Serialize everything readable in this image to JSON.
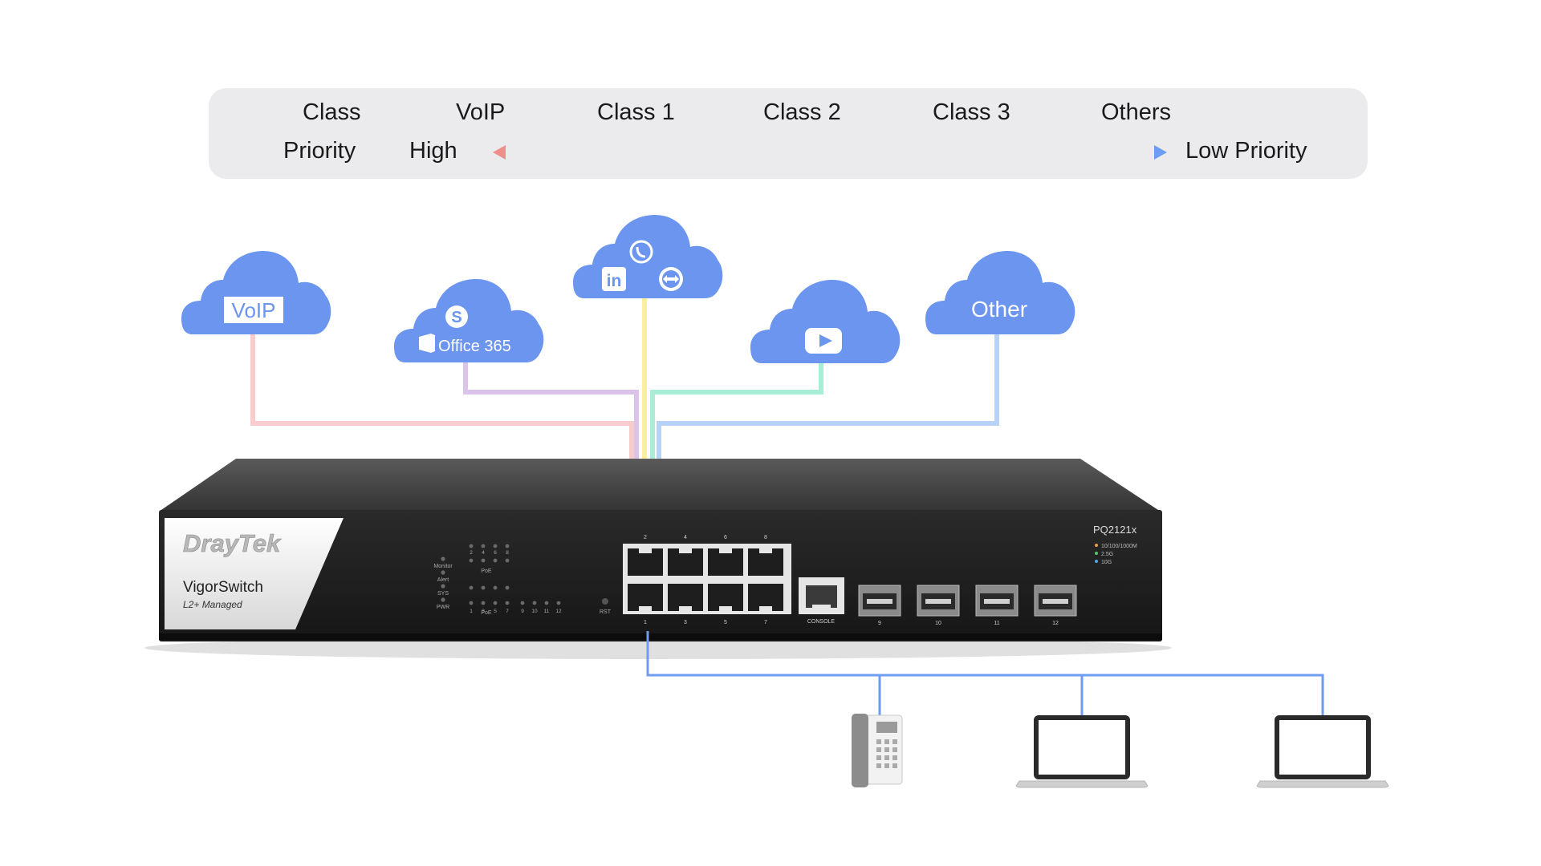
{
  "legend": {
    "row1_label": "Class",
    "row2_label": "Priority",
    "classes": [
      "VoIP",
      "Class 1",
      "Class 2",
      "Class 3",
      "Others"
    ],
    "high_label": "High",
    "low_label": "Low Priority",
    "gradient_colors": [
      "#ef8c8c",
      "#b391d8",
      "#6e9cf0"
    ]
  },
  "clouds": [
    {
      "id": "voip",
      "label": "VoIP",
      "icons": [],
      "color": "#6b95ee",
      "line_color": "#f8cccc"
    },
    {
      "id": "office",
      "label": "Office 365",
      "icons": [
        "skype-icon",
        "office-icon"
      ],
      "color": "#6b95ee",
      "line_color": "#dcc3ea"
    },
    {
      "id": "apps",
      "label": "",
      "icons": [
        "phone-icon",
        "linkedin-icon",
        "teamviewer-icon"
      ],
      "color": "#6b95ee",
      "line_color": "#f9ef9c"
    },
    {
      "id": "youtube",
      "label": "",
      "icons": [
        "youtube-icon"
      ],
      "color": "#6b95ee",
      "line_color": "#a8edd6"
    },
    {
      "id": "other",
      "label": "Other",
      "icons": [],
      "color": "#6b95ee",
      "line_color": "#b6d2f8"
    }
  ],
  "switch": {
    "brand": "DrayTek",
    "name": "VigorSwitch",
    "subtitle": "L2+ Managed",
    "model": "PQ2121x",
    "speed_legend": [
      "10/100/1000M",
      "2.5G",
      "10G"
    ],
    "led_labels": [
      "Monitor",
      "Alert",
      "SYS",
      "PWR"
    ],
    "poe_label": "PoE",
    "rst_label": "RST",
    "console_label": "CONSOLE",
    "top_port_numbers": [
      "2",
      "4",
      "6",
      "8"
    ],
    "bottom_port_numbers": [
      "1",
      "3",
      "5",
      "7"
    ],
    "sfp_numbers": [
      "9",
      "10",
      "11",
      "12"
    ],
    "led_top_numbers": [
      "2",
      "4",
      "6",
      "8"
    ],
    "led_bottom_numbers": [
      "1",
      "3",
      "5",
      "7",
      "9",
      "10",
      "11",
      "12"
    ]
  },
  "devices": [
    {
      "id": "desk-phone",
      "icon": "desk-phone-icon"
    },
    {
      "id": "laptop-1",
      "icon": "laptop-icon"
    },
    {
      "id": "laptop-2",
      "icon": "laptop-icon"
    }
  ],
  "lan_line_color": "#6e9cf0"
}
